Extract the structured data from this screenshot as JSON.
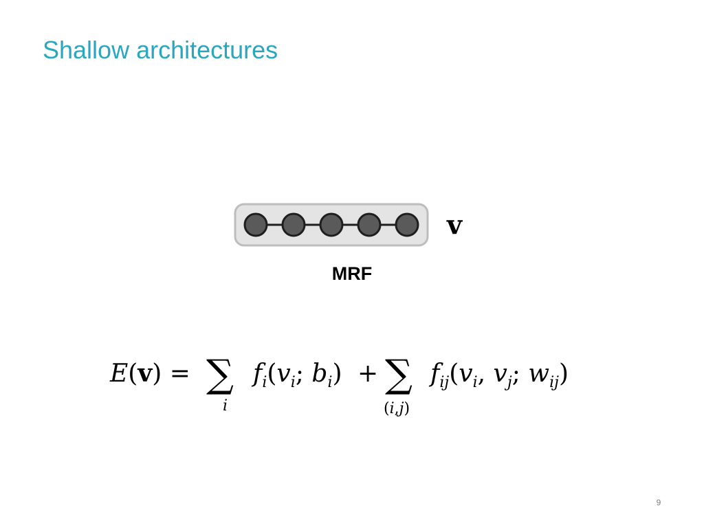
{
  "slide": {
    "title": "Shallow architectures",
    "page_number": "9"
  },
  "diagram": {
    "caption": "MRF",
    "layer_label": "v",
    "node_count": 5,
    "colors": {
      "node_fill": "#5a5a5a",
      "node_stroke": "#1e1e1e",
      "box_fill": "#e4e4e4",
      "box_stroke": "#bdbdbd"
    }
  },
  "equation": {
    "lhs": "E(v) =",
    "sum1_index": "i",
    "term1": "f_i(v_i; b_i)",
    "plus": "+",
    "sum2_index": "(i,j)",
    "term2": "f_ij(v_i, v_j; w_ij)",
    "full_text": "E(v) = ∑_i f_i(v_i; b_i) + ∑_(i,j) f_ij(v_i, v_j; w_ij)"
  },
  "colors": {
    "title": "#2aa6c0",
    "text": "#000000",
    "page_number": "#7f7f7f"
  }
}
